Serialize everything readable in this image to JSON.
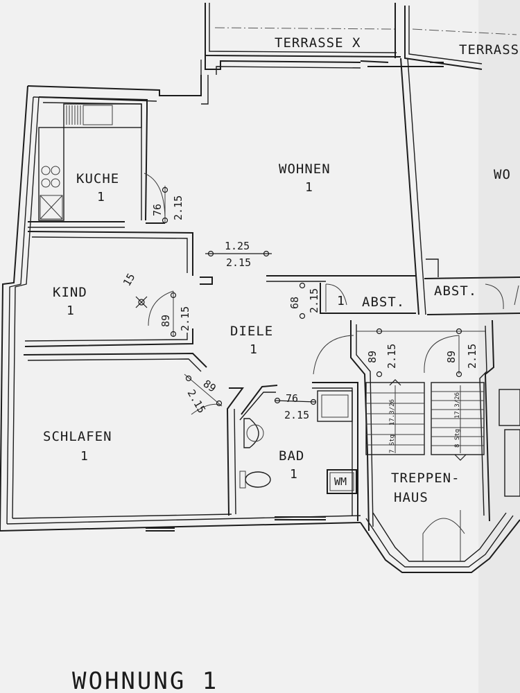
{
  "title": "WOHNUNG 1",
  "rooms": {
    "terrasse_left": "TERRASSE X",
    "terrasse_right": "TERRASSE",
    "wohnen": "WOHNEN",
    "wohnen_num": "1",
    "wohnen_right": "WO",
    "kueche": "KUCHE",
    "kueche_num": "1",
    "kind": "KIND",
    "kind_num": "1",
    "diele": "DIELE",
    "diele_num": "1",
    "schlafen": "SCHLAFEN",
    "schlafen_num": "1",
    "bad": "BAD",
    "bad_num": "1",
    "abst_left": "ABST.",
    "abst_left_num": "1",
    "abst_right": "ABST.",
    "treppenhaus_1": "TREPPEN-",
    "treppenhaus_2": "HAUS"
  },
  "fixtures": {
    "wm": "WM"
  },
  "dims": {
    "kueche_door_w": "76",
    "kueche_door_h": "2.15",
    "opening_w": "1.25",
    "opening_h": "2.15",
    "kind_door_w": "89",
    "kind_door_h": "2.15",
    "schlafen_door_w": "89",
    "schlafen_door_h": "2.15",
    "bad_door_w": "76",
    "bad_door_h": "2.15",
    "abst_door_w": "68",
    "abst_door_h": "2.15",
    "stair_door1_w": "89",
    "stair_door1_h": "2.15",
    "stair_door2_w": "89",
    "stair_door2_h": "2.15",
    "kind_mark": "15"
  },
  "stairs": {
    "left_steps": "7 Stg",
    "left_ratio": "17.3/26",
    "right_steps": "8 Stg",
    "right_ratio": "17.3/26"
  }
}
